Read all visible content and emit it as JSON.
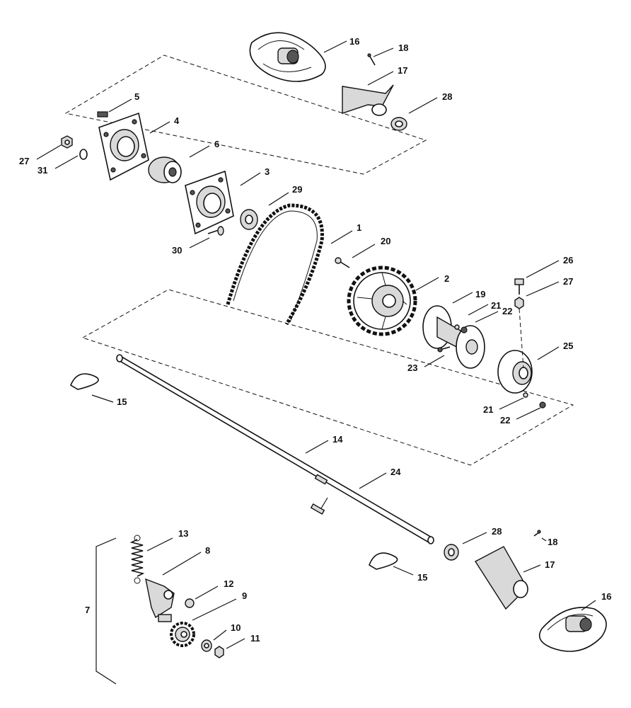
{
  "diagram": {
    "labels": {
      "p1": "1",
      "p2": "2",
      "p3": "3",
      "p4": "4",
      "p5": "5",
      "p6": "6",
      "p7": "7",
      "p8": "8",
      "p9": "9",
      "p10": "10",
      "p11": "11",
      "p12": "12",
      "p13": "13",
      "p14": "14",
      "p15a": "15",
      "p15b": "15",
      "p16a": "16",
      "p16b": "16",
      "p17a": "17",
      "p17b": "17",
      "p18a": "18",
      "p18b": "18",
      "p19": "19",
      "p20": "20",
      "p21a": "21",
      "p21b": "21",
      "p22a": "22",
      "p22b": "22",
      "p23": "23",
      "p24": "24",
      "p25": "25",
      "p26": "26",
      "p27a": "27",
      "p27b": "27",
      "p28a": "28",
      "p28b": "28",
      "p29": "29",
      "p30": "30",
      "p31": "31"
    }
  }
}
